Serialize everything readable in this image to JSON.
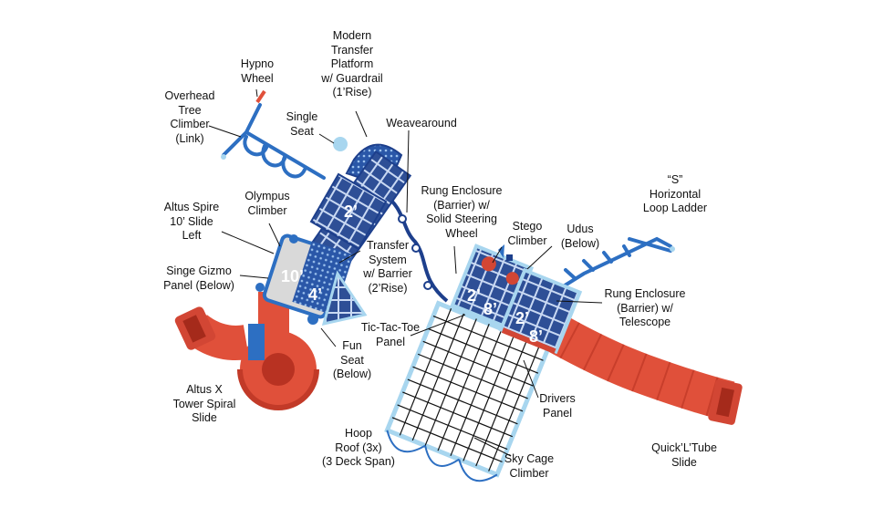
{
  "labels": {
    "hypno_wheel": "Hypno\nWheel",
    "overhead_tree": "Overhead\nTree\nClimber\n(Link)",
    "modern_transfer": "Modern\nTransfer\nPlatform\nw/ Guardrail\n(1’Rise)",
    "single_seat": "Single\nSeat",
    "weavearound": "Weavearound",
    "altus_spire": "Altus Spire\n10’ Slide\nLeft",
    "olympus": "Olympus\nClimber",
    "rung_steering": "Rung Enclosure\n(Barrier) w/\nSolid Steering\nWheel",
    "stego": "Stego\nClimber",
    "udus": "Udus\n(Below)",
    "s_ladder": "“S”\nHorizontal\nLoop Ladder",
    "transfer_barrier": "Transfer\nSystem\nw/ Barrier\n(2’Rise)",
    "singe_gizmo": "Singe Gizmo\nPanel (Below)",
    "rung_telescope": "Rung Enclosure\n(Barrier) w/\nTelescope",
    "tic_tac_toe": "Tic-Tac-Toe\nPanel",
    "fun_seat": "Fun\nSeat\n(Below)",
    "altus_x": "Altus X\nTower Spiral\nSlide",
    "drivers_panel": "Drivers\nPanel",
    "hoop_roof": "Hoop\nRoof (3x)\n(3 Deck Span)",
    "sky_cage": "Sky Cage\nClimber",
    "quick_tube": "Quick’L’Tube\nSlide"
  },
  "deck_heights": {
    "d2": "2’",
    "d10": "10’",
    "d4": "4’",
    "d2a": "2’",
    "d8a": "8’",
    "d2b": "2’",
    "d8b": "8’"
  },
  "colors": {
    "blue": "#2d6fc2",
    "dark_blue": "#1d3f8c",
    "red": "#e0503a",
    "dark_red": "#b83222",
    "pale_blue": "#a8d6ef",
    "grey": "#d9d9d9"
  }
}
